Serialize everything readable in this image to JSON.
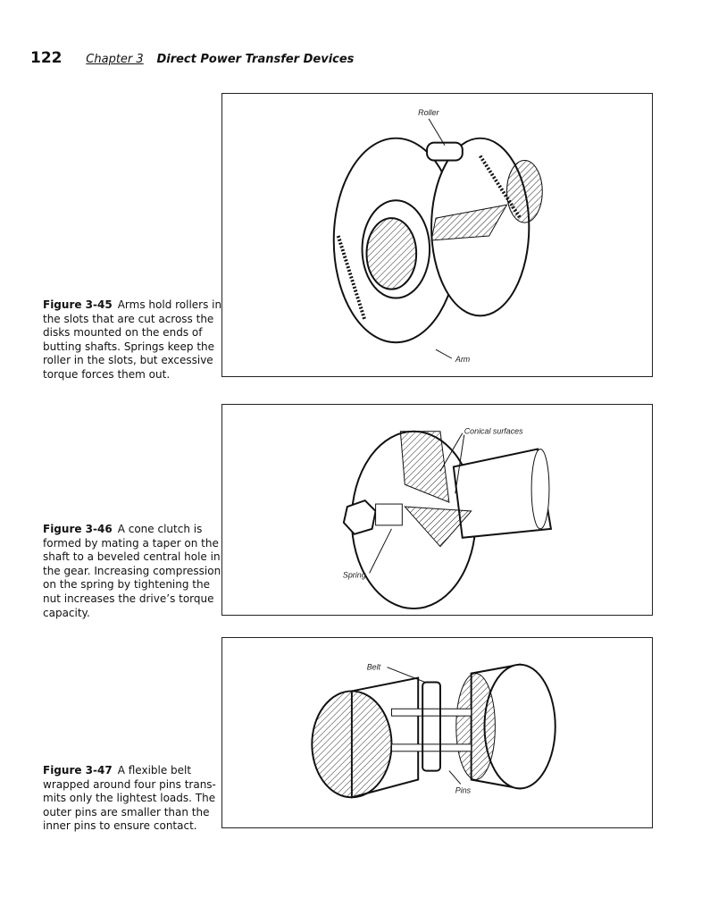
{
  "header": {
    "page_number": "122",
    "chapter": "Chapter 3",
    "title": "Direct Power Transfer Devices"
  },
  "figures": [
    {
      "id": "Figure 3-45",
      "caption_lines": [
        "Arms hold rollers in",
        "the slots that are cut across the",
        "disks mounted on the ends of",
        "butting shafts. Springs keep the",
        "roller in the slots, but excessive",
        "torque forces them out."
      ],
      "labels": [
        "Roller",
        "Arm"
      ]
    },
    {
      "id": "Figure 3-46",
      "caption_lines": [
        "A cone clutch is",
        "formed by mating a taper on the",
        "shaft to a beveled central hole in",
        "the gear. Increasing compression",
        "on the spring by tightening the",
        "nut increases the drive’s torque",
        "capacity."
      ],
      "labels": [
        "Conical surfaces",
        "Spring"
      ]
    },
    {
      "id": "Figure 3-47",
      "caption_lines": [
        "A flexible belt",
        "wrapped around four pins trans-",
        "mits only the lightest loads. The",
        "outer pins are smaller than the",
        "inner pins to ensure contact."
      ],
      "labels": [
        "Belt",
        "Pins"
      ]
    }
  ]
}
